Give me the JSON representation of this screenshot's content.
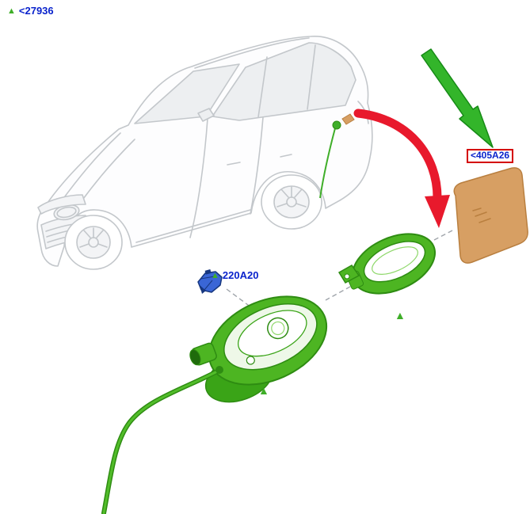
{
  "diagram": {
    "background": "#ffffff",
    "labels": {
      "part_27936": {
        "marker": "▲",
        "text": "<27936"
      },
      "part_405a26": {
        "text": "<405A26"
      },
      "part_220a20": {
        "marker": "▲",
        "text": "220A20"
      }
    },
    "markers": {
      "triangle_glyph": "▲"
    },
    "colors": {
      "link_blue": "#0a23cc",
      "marker_green": "#3fae29",
      "part_green": "#4db522",
      "part_green_dark": "#2e8c12",
      "panel_tan": "#d79f63",
      "panel_tan_dark": "#b97f3f",
      "arrow_red": "#e8192c",
      "arrow_green": "#33b52a",
      "grommet_blue": "#3a66d6",
      "grommet_blue_dark": "#17377f",
      "callout_border_red": "#d40000",
      "car_line_gray": "#c3c7cb"
    }
  }
}
